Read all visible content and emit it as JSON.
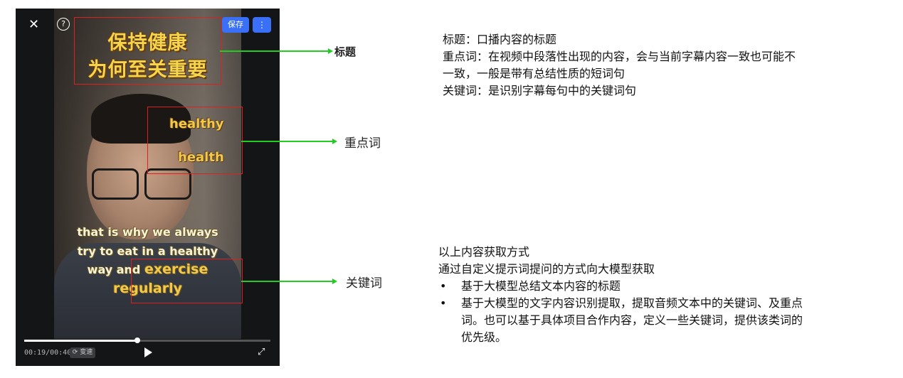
{
  "player": {
    "close_glyph": "✕",
    "help_glyph": "?",
    "save_label": "保存",
    "more_glyph": "⋮",
    "time": "00:19/00:40",
    "speed_label": "⟳ 变速",
    "progress": 0.46,
    "expand_glyph": "⤢"
  },
  "video_overlay": {
    "title_lines": [
      "保持健康",
      "为何至关重要"
    ],
    "keywords": [
      "healthy",
      "health"
    ],
    "subtitle_line1": "that is why we always",
    "subtitle_line2": "try to eat in a healthy",
    "subtitle_line3_plain": "way and",
    "subtitle_line3_highlight": "exercise",
    "subtitle_line4_highlight": "regularly"
  },
  "annotations": {
    "title_label": "标题",
    "key_points_label": "重点词",
    "keywords_label": "关键词"
  },
  "colors": {
    "annotation_box": "#e02020",
    "arrow": "#22cc22",
    "save_button": "#3a6ff7"
  },
  "description": {
    "line1": "标题：口播内容的标题",
    "line2": "重点词：在视频中段落性出现的内容，会与当前字幕内容一致也可能不",
    "line3": "一致，一般是带有总结性质的短词句",
    "line4": "关键词：是识别字幕每句中的关键词句",
    "method_line1": "以上内容获取方式",
    "method_line2": "通过自定义提示词提问的方式向大模型获取",
    "bullet1": "基于大模型总结文本内容的标题",
    "bullet2_line1": "基于大模型的文字内容识别提取，提取音频文本中的关键词、及重点",
    "bullet2_line2": "词。也可以基于具体项目合作内容，定义一些关键词，提供该类词的",
    "bullet2_line3": "优先级。"
  }
}
